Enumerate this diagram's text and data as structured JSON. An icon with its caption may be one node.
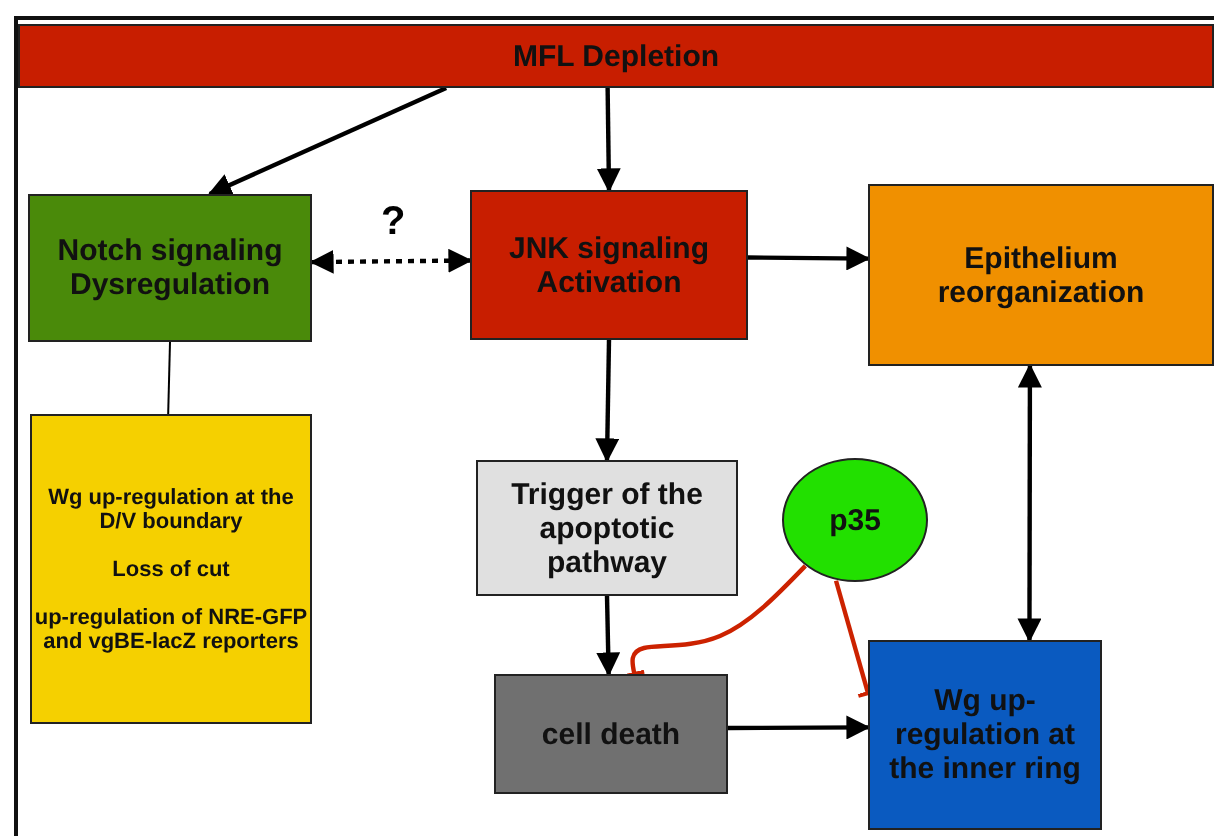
{
  "diagram": {
    "nodes": [
      {
        "text": [
          "MFL Depletion"
        ]
      },
      {
        "text": [
          "Notch signaling Dysregulation"
        ]
      },
      {
        "text": [
          "JNK signaling Activation"
        ]
      },
      {
        "text": [
          "Epithelium reorganization"
        ]
      },
      {
        "text": [
          "Wg up-regulation at the D/V boundary",
          "Loss of cut",
          "up-regulation of NRE-GFP and vgBE-lacZ reporters"
        ]
      },
      {
        "text": [
          "Trigger of the apoptotic pathway"
        ]
      },
      {
        "text": [
          "p35"
        ]
      },
      {
        "text": [
          "cell death"
        ]
      },
      {
        "text": [
          "Wg up-regulation at the inner ring"
        ]
      }
    ],
    "edges": [
      {
        "from": 0,
        "to": 1,
        "arrow": "to"
      },
      {
        "from": 0,
        "to": 2,
        "arrow": "to"
      },
      {
        "from": 1,
        "to": 2,
        "arrow": "both",
        "style": "dashed",
        "label": "?"
      },
      {
        "from": 2,
        "to": 3,
        "arrow": "to"
      },
      {
        "from": 1,
        "to": 4,
        "arrow": "none"
      },
      {
        "from": 2,
        "to": 5,
        "arrow": "to"
      },
      {
        "from": 3,
        "to": 8,
        "arrow": "both"
      },
      {
        "from": 5,
        "to": 7,
        "arrow": "to"
      },
      {
        "from": 6,
        "to": 7,
        "arrow": "other",
        "color": "#cc2200"
      },
      {
        "from": 6,
        "to": 8,
        "arrow": "other",
        "color": "#cc2200"
      },
      {
        "from": 7,
        "to": 8,
        "arrow": "to"
      }
    ]
  }
}
